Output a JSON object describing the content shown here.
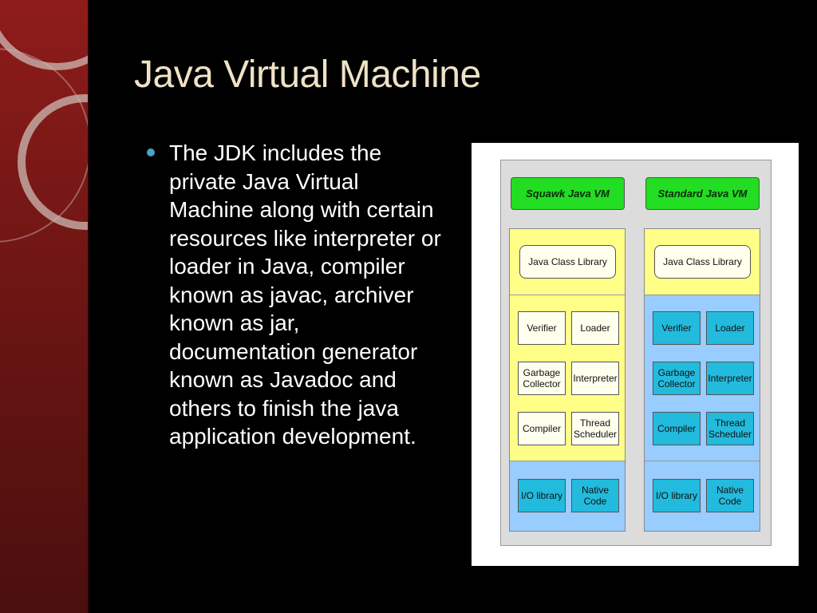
{
  "slide": {
    "title": "Java Virtual Machine",
    "bullet": "The JDK includes the private Java Virtual Machine along with certain resources like interpreter or loader in Java, compiler known as javac, archiver known as jar, documentation generator known as Javadoc and others to finish the java application development."
  },
  "diagram": {
    "columns": [
      {
        "header": "Squawk Java VM",
        "library": "Java Class Library",
        "verifier": "Verifier",
        "loader": "Loader",
        "gc": "Garbage\nCollector",
        "interpreter": "Interpreter",
        "compiler": "Compiler",
        "scheduler": "Thread\nScheduler",
        "io": "I/O library",
        "native": "Native\nCode"
      },
      {
        "header": "Standard Java VM",
        "library": "Java Class Library",
        "verifier": "Verifier",
        "loader": "Loader",
        "gc": "Garbage\nCollector",
        "interpreter": "Interpreter",
        "compiler": "Compiler",
        "scheduler": "Thread\nScheduler",
        "io": "I/O library",
        "native": "Native\nCode"
      }
    ]
  },
  "colors": {
    "sidebar": "#7a1a18",
    "title": "#efe2c6",
    "bullet_dot": "#4aa0c8",
    "header_green": "#22dd22",
    "yellow_band": "#ffff88",
    "blue_band": "#99ccff",
    "cyan_box": "#22bbdd"
  }
}
